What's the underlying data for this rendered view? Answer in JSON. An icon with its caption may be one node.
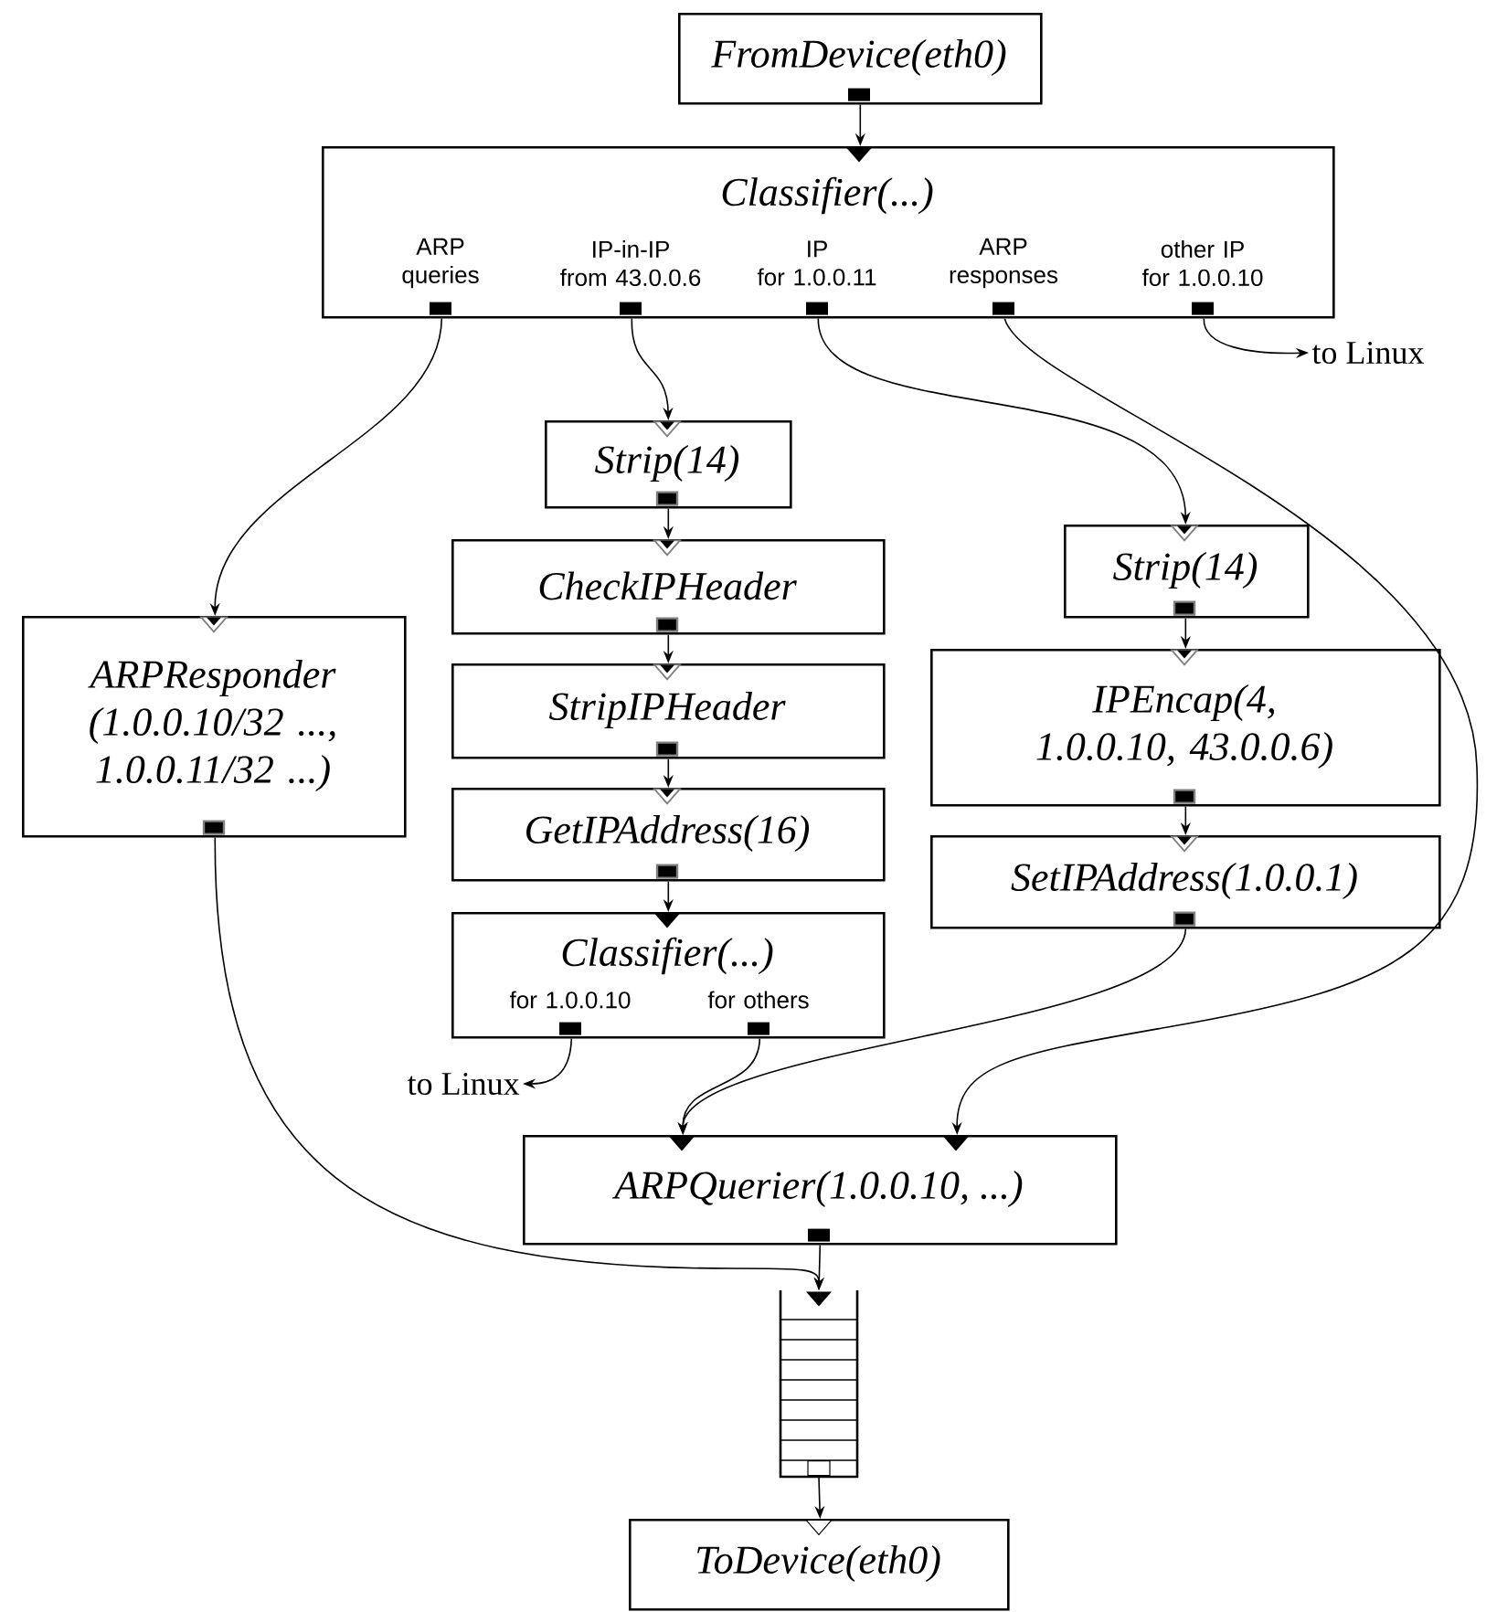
{
  "diagram": {
    "nodes": [
      {
        "text": [
          "FromDevice(eth0)"
        ]
      },
      {
        "text": [
          "Classifier(...)",
          "ARP queries",
          "IP-in-IP from 43.0.0.6",
          "IP for 1.0.0.11",
          "ARP responses",
          "other IP for 1.0.0.10"
        ]
      },
      {
        "text": [
          "to Linux"
        ]
      },
      {
        "text": [
          "Strip(14)"
        ]
      },
      {
        "text": [
          "Strip(14)"
        ]
      },
      {
        "text": [
          "ARPResponder (1.0.0.10/32 ..., 1.0.0.11/32 ...)"
        ]
      },
      {
        "text": [
          "CheckIPHeader"
        ]
      },
      {
        "text": [
          "IPEncap(4, 1.0.0.10, 43.0.0.6)"
        ]
      },
      {
        "text": [
          "StripIPHeader"
        ]
      },
      {
        "text": [
          "GetIPAddress(16)"
        ]
      },
      {
        "text": [
          "SetIPAddress(1.0.0.1)"
        ]
      },
      {
        "text": [
          "Classifier(...)",
          "for 1.0.0.10",
          "for others"
        ]
      },
      {
        "text": [
          "to Linux"
        ]
      },
      {
        "text": [
          "ARPQuerier(1.0.0.10, ...)"
        ]
      },
      {
        "text": [],
        "shape": "queue"
      },
      {
        "text": [
          "ToDevice(eth0)"
        ]
      }
    ],
    "edges": [
      {
        "from": 0,
        "to": 1,
        "arrow": "to"
      },
      {
        "from": 1,
        "to": 5,
        "arrow": "to"
      },
      {
        "from": 1,
        "to": 3,
        "arrow": "to"
      },
      {
        "from": 1,
        "to": 4,
        "arrow": "to"
      },
      {
        "from": 1,
        "to": 13,
        "arrow": "to"
      },
      {
        "from": 1,
        "to": 2,
        "arrow": "to"
      },
      {
        "from": 3,
        "to": 6,
        "arrow": "to"
      },
      {
        "from": 6,
        "to": 8,
        "arrow": "to"
      },
      {
        "from": 8,
        "to": 9,
        "arrow": "to"
      },
      {
        "from": 9,
        "to": 11,
        "arrow": "to"
      },
      {
        "from": 11,
        "to": 12,
        "arrow": "to"
      },
      {
        "from": 11,
        "to": 13,
        "arrow": "to"
      },
      {
        "from": 4,
        "to": 7,
        "arrow": "to"
      },
      {
        "from": 7,
        "to": 10,
        "arrow": "to"
      },
      {
        "from": 10,
        "to": 13,
        "arrow": "to"
      },
      {
        "from": 5,
        "to": 14,
        "arrow": "to"
      },
      {
        "from": 13,
        "to": 14,
        "arrow": "to"
      },
      {
        "from": 14,
        "to": 15,
        "arrow": "to"
      }
    ]
  }
}
